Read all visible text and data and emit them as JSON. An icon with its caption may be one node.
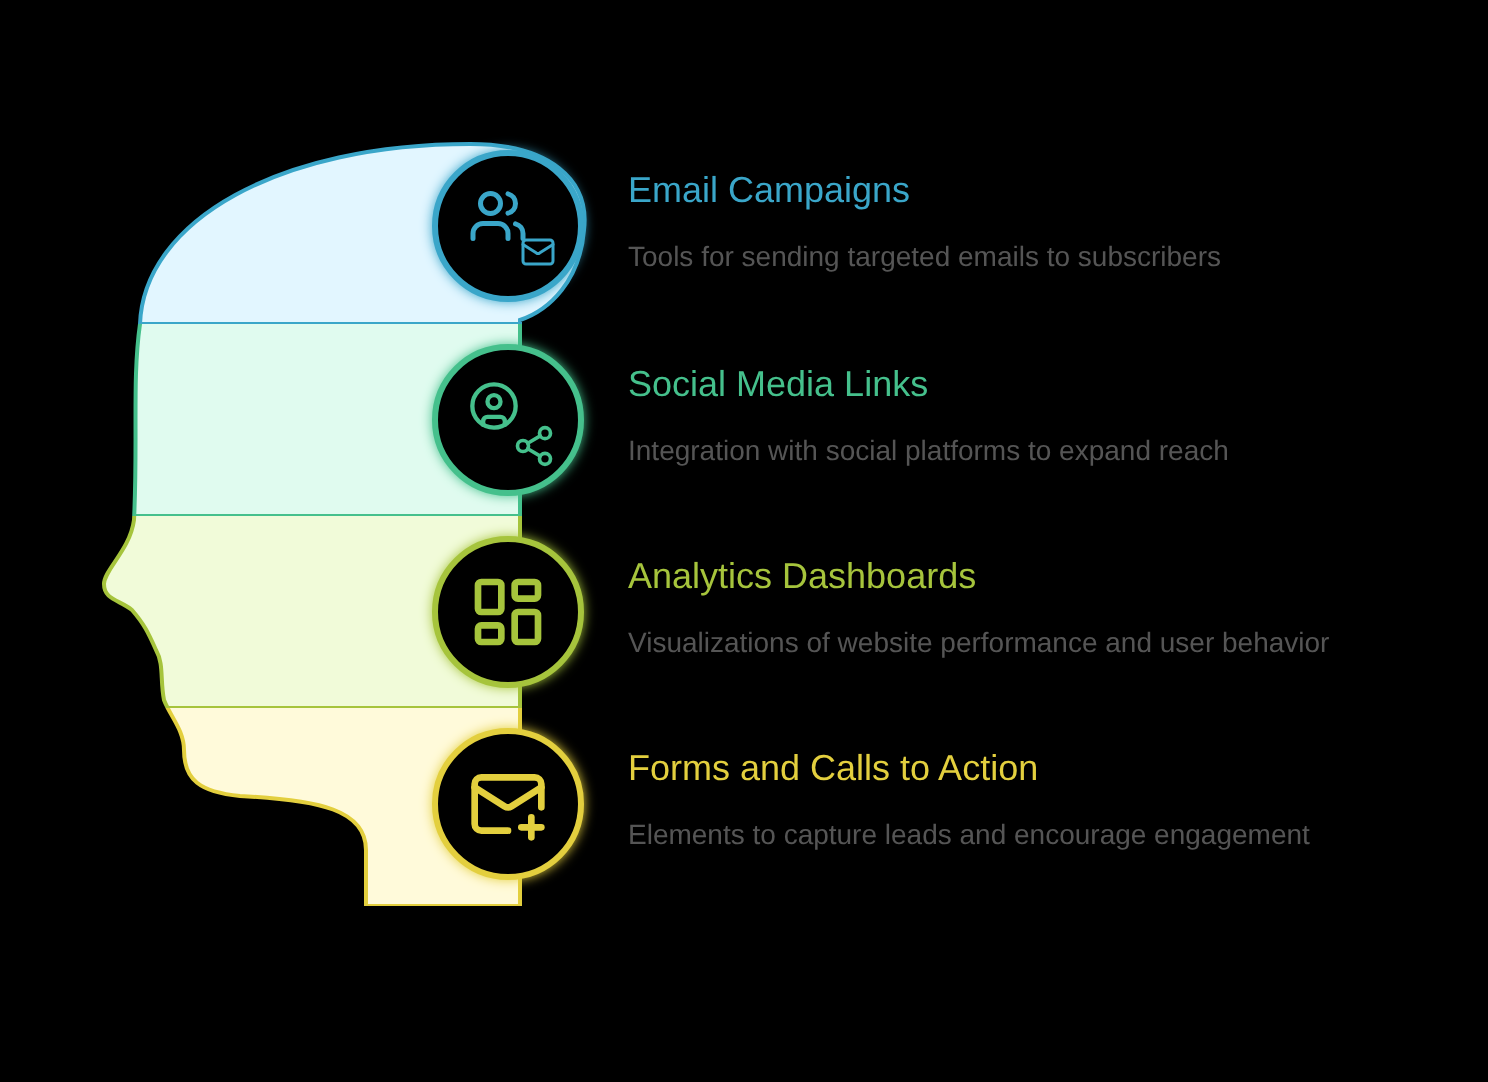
{
  "diagram": {
    "nodes": [
      {
        "text": [
          "Email Campaigns",
          "Tools for sending targeted emails to subscribers"
        ]
      },
      {
        "text": [
          "Social Media Links",
          "Integration with social platforms to expand reach"
        ]
      },
      {
        "text": [
          "Analytics Dashboards",
          "Visualizations of website performance and user behavior"
        ]
      },
      {
        "text": [
          "Forms and Calls to Action",
          "Elements to capture leads and encourage engagement"
        ]
      }
    ],
    "edges": []
  }
}
